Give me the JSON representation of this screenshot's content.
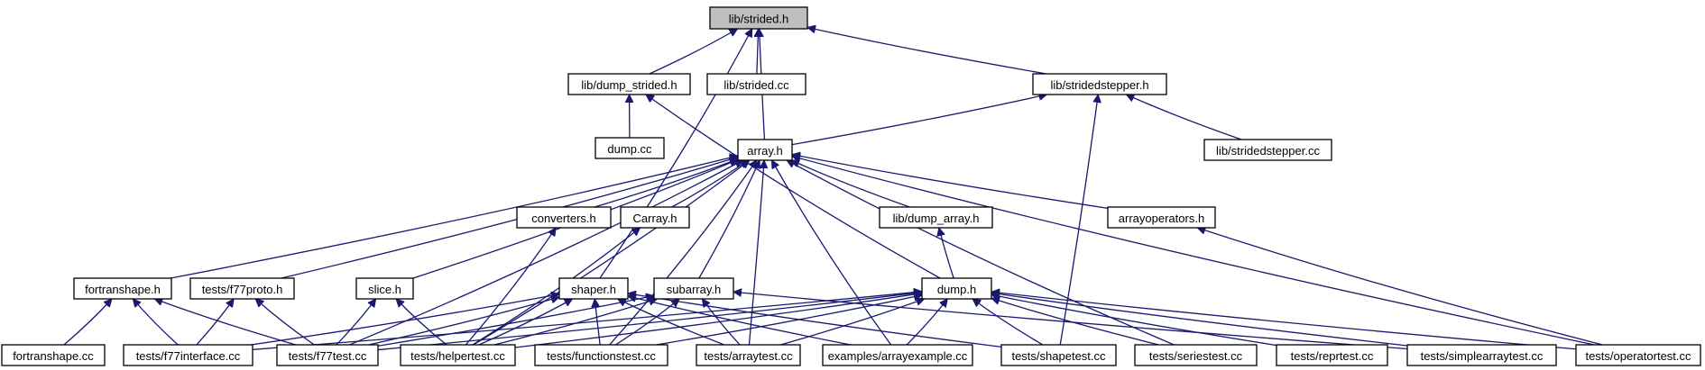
{
  "graph": {
    "title": "",
    "colors": {
      "edge": "#191970",
      "root_fill": "#bfbfbf",
      "node_fill": "#ffffff",
      "node_border": "#000000"
    },
    "nodes": [
      {
        "id": "strided_h",
        "label": "lib/strided.h",
        "root": true
      },
      {
        "id": "dump_strided_h",
        "label": "lib/dump_strided.h"
      },
      {
        "id": "strided_cc",
        "label": "lib/strided.cc"
      },
      {
        "id": "stridedstepper_h",
        "label": "lib/stridedstepper.h"
      },
      {
        "id": "dump_cc",
        "label": "dump.cc"
      },
      {
        "id": "array_h",
        "label": "array.h"
      },
      {
        "id": "stridedstepper_cc",
        "label": "lib/stridedstepper.cc"
      },
      {
        "id": "converters_h",
        "label": "converters.h"
      },
      {
        "id": "carray_h",
        "label": "Carray.h"
      },
      {
        "id": "dump_array_h",
        "label": "lib/dump_array.h"
      },
      {
        "id": "arrayoperators_h",
        "label": "arrayoperators.h"
      },
      {
        "id": "fortranshape_h",
        "label": "fortranshape.h"
      },
      {
        "id": "f77proto_h",
        "label": "tests/f77proto.h"
      },
      {
        "id": "slice_h",
        "label": "slice.h"
      },
      {
        "id": "shaper_h",
        "label": "shaper.h"
      },
      {
        "id": "subarray_h",
        "label": "subarray.h"
      },
      {
        "id": "dump_h",
        "label": "dump.h"
      },
      {
        "id": "fortranshape_cc",
        "label": "fortranshape.cc"
      },
      {
        "id": "f77interface_cc",
        "label": "tests/f77interface.cc"
      },
      {
        "id": "f77test_cc",
        "label": "tests/f77test.cc"
      },
      {
        "id": "helpertest_cc",
        "label": "tests/helpertest.cc"
      },
      {
        "id": "functionstest_cc",
        "label": "tests/functionstest.cc"
      },
      {
        "id": "arraytest_cc",
        "label": "tests/arraytest.cc"
      },
      {
        "id": "arrayexample_cc",
        "label": "examples/arrayexample.cc"
      },
      {
        "id": "shapetest_cc",
        "label": "tests/shapetest.cc"
      },
      {
        "id": "seriestest_cc",
        "label": "tests/seriestest.cc"
      },
      {
        "id": "reprtest_cc",
        "label": "tests/reprtest.cc"
      },
      {
        "id": "simplearraytest_cc",
        "label": "tests/simplearraytest.cc"
      },
      {
        "id": "operatortest_cc",
        "label": "tests/operatortest.cc"
      }
    ],
    "edges": [
      [
        "dump_strided_h",
        "strided_h"
      ],
      [
        "strided_cc",
        "strided_h"
      ],
      [
        "stridedstepper_h",
        "strided_h"
      ],
      [
        "array_h",
        "strided_h"
      ],
      [
        "shaper_h",
        "strided_h"
      ],
      [
        "dump_cc",
        "dump_strided_h"
      ],
      [
        "dump_h",
        "dump_strided_h"
      ],
      [
        "array_h",
        "stridedstepper_h"
      ],
      [
        "stridedstepper_cc",
        "stridedstepper_h"
      ],
      [
        "shapetest_cc",
        "stridedstepper_h"
      ],
      [
        "converters_h",
        "array_h"
      ],
      [
        "carray_h",
        "array_h"
      ],
      [
        "dump_array_h",
        "array_h"
      ],
      [
        "arrayoperators_h",
        "array_h"
      ],
      [
        "fortranshape_h",
        "array_h"
      ],
      [
        "f77proto_h",
        "array_h"
      ],
      [
        "slice_h",
        "array_h"
      ],
      [
        "subarray_h",
        "array_h"
      ],
      [
        "f77test_cc",
        "array_h"
      ],
      [
        "helpertest_cc",
        "array_h"
      ],
      [
        "functionstest_cc",
        "array_h"
      ],
      [
        "arraytest_cc",
        "array_h"
      ],
      [
        "arrayexample_cc",
        "array_h"
      ],
      [
        "seriestest_cc",
        "array_h"
      ],
      [
        "operatortest_cc",
        "array_h"
      ],
      [
        "helpertest_cc",
        "converters_h"
      ],
      [
        "helpertest_cc",
        "carray_h"
      ],
      [
        "dump_h",
        "dump_array_h"
      ],
      [
        "operatortest_cc",
        "arrayoperators_h"
      ],
      [
        "fortranshape_cc",
        "fortranshape_h"
      ],
      [
        "f77interface_cc",
        "fortranshape_h"
      ],
      [
        "f77test_cc",
        "fortranshape_h"
      ],
      [
        "f77interface_cc",
        "f77proto_h"
      ],
      [
        "f77test_cc",
        "f77proto_h"
      ],
      [
        "f77test_cc",
        "slice_h"
      ],
      [
        "helpertest_cc",
        "slice_h"
      ],
      [
        "f77interface_cc",
        "shaper_h"
      ],
      [
        "f77test_cc",
        "shaper_h"
      ],
      [
        "helpertest_cc",
        "shaper_h"
      ],
      [
        "functionstest_cc",
        "shaper_h"
      ],
      [
        "arraytest_cc",
        "shaper_h"
      ],
      [
        "arrayexample_cc",
        "shaper_h"
      ],
      [
        "shapetest_cc",
        "shaper_h"
      ],
      [
        "f77test_cc",
        "subarray_h"
      ],
      [
        "helpertest_cc",
        "subarray_h"
      ],
      [
        "functionstest_cc",
        "subarray_h"
      ],
      [
        "arraytest_cc",
        "subarray_h"
      ],
      [
        "simplearraytest_cc",
        "subarray_h"
      ],
      [
        "f77interface_cc",
        "dump_h"
      ],
      [
        "f77test_cc",
        "dump_h"
      ],
      [
        "helpertest_cc",
        "dump_h"
      ],
      [
        "functionstest_cc",
        "dump_h"
      ],
      [
        "arraytest_cc",
        "dump_h"
      ],
      [
        "arrayexample_cc",
        "dump_h"
      ],
      [
        "shapetest_cc",
        "dump_h"
      ],
      [
        "seriestest_cc",
        "dump_h"
      ],
      [
        "reprtest_cc",
        "dump_h"
      ],
      [
        "simplearraytest_cc",
        "dump_h"
      ],
      [
        "operatortest_cc",
        "dump_h"
      ]
    ]
  }
}
